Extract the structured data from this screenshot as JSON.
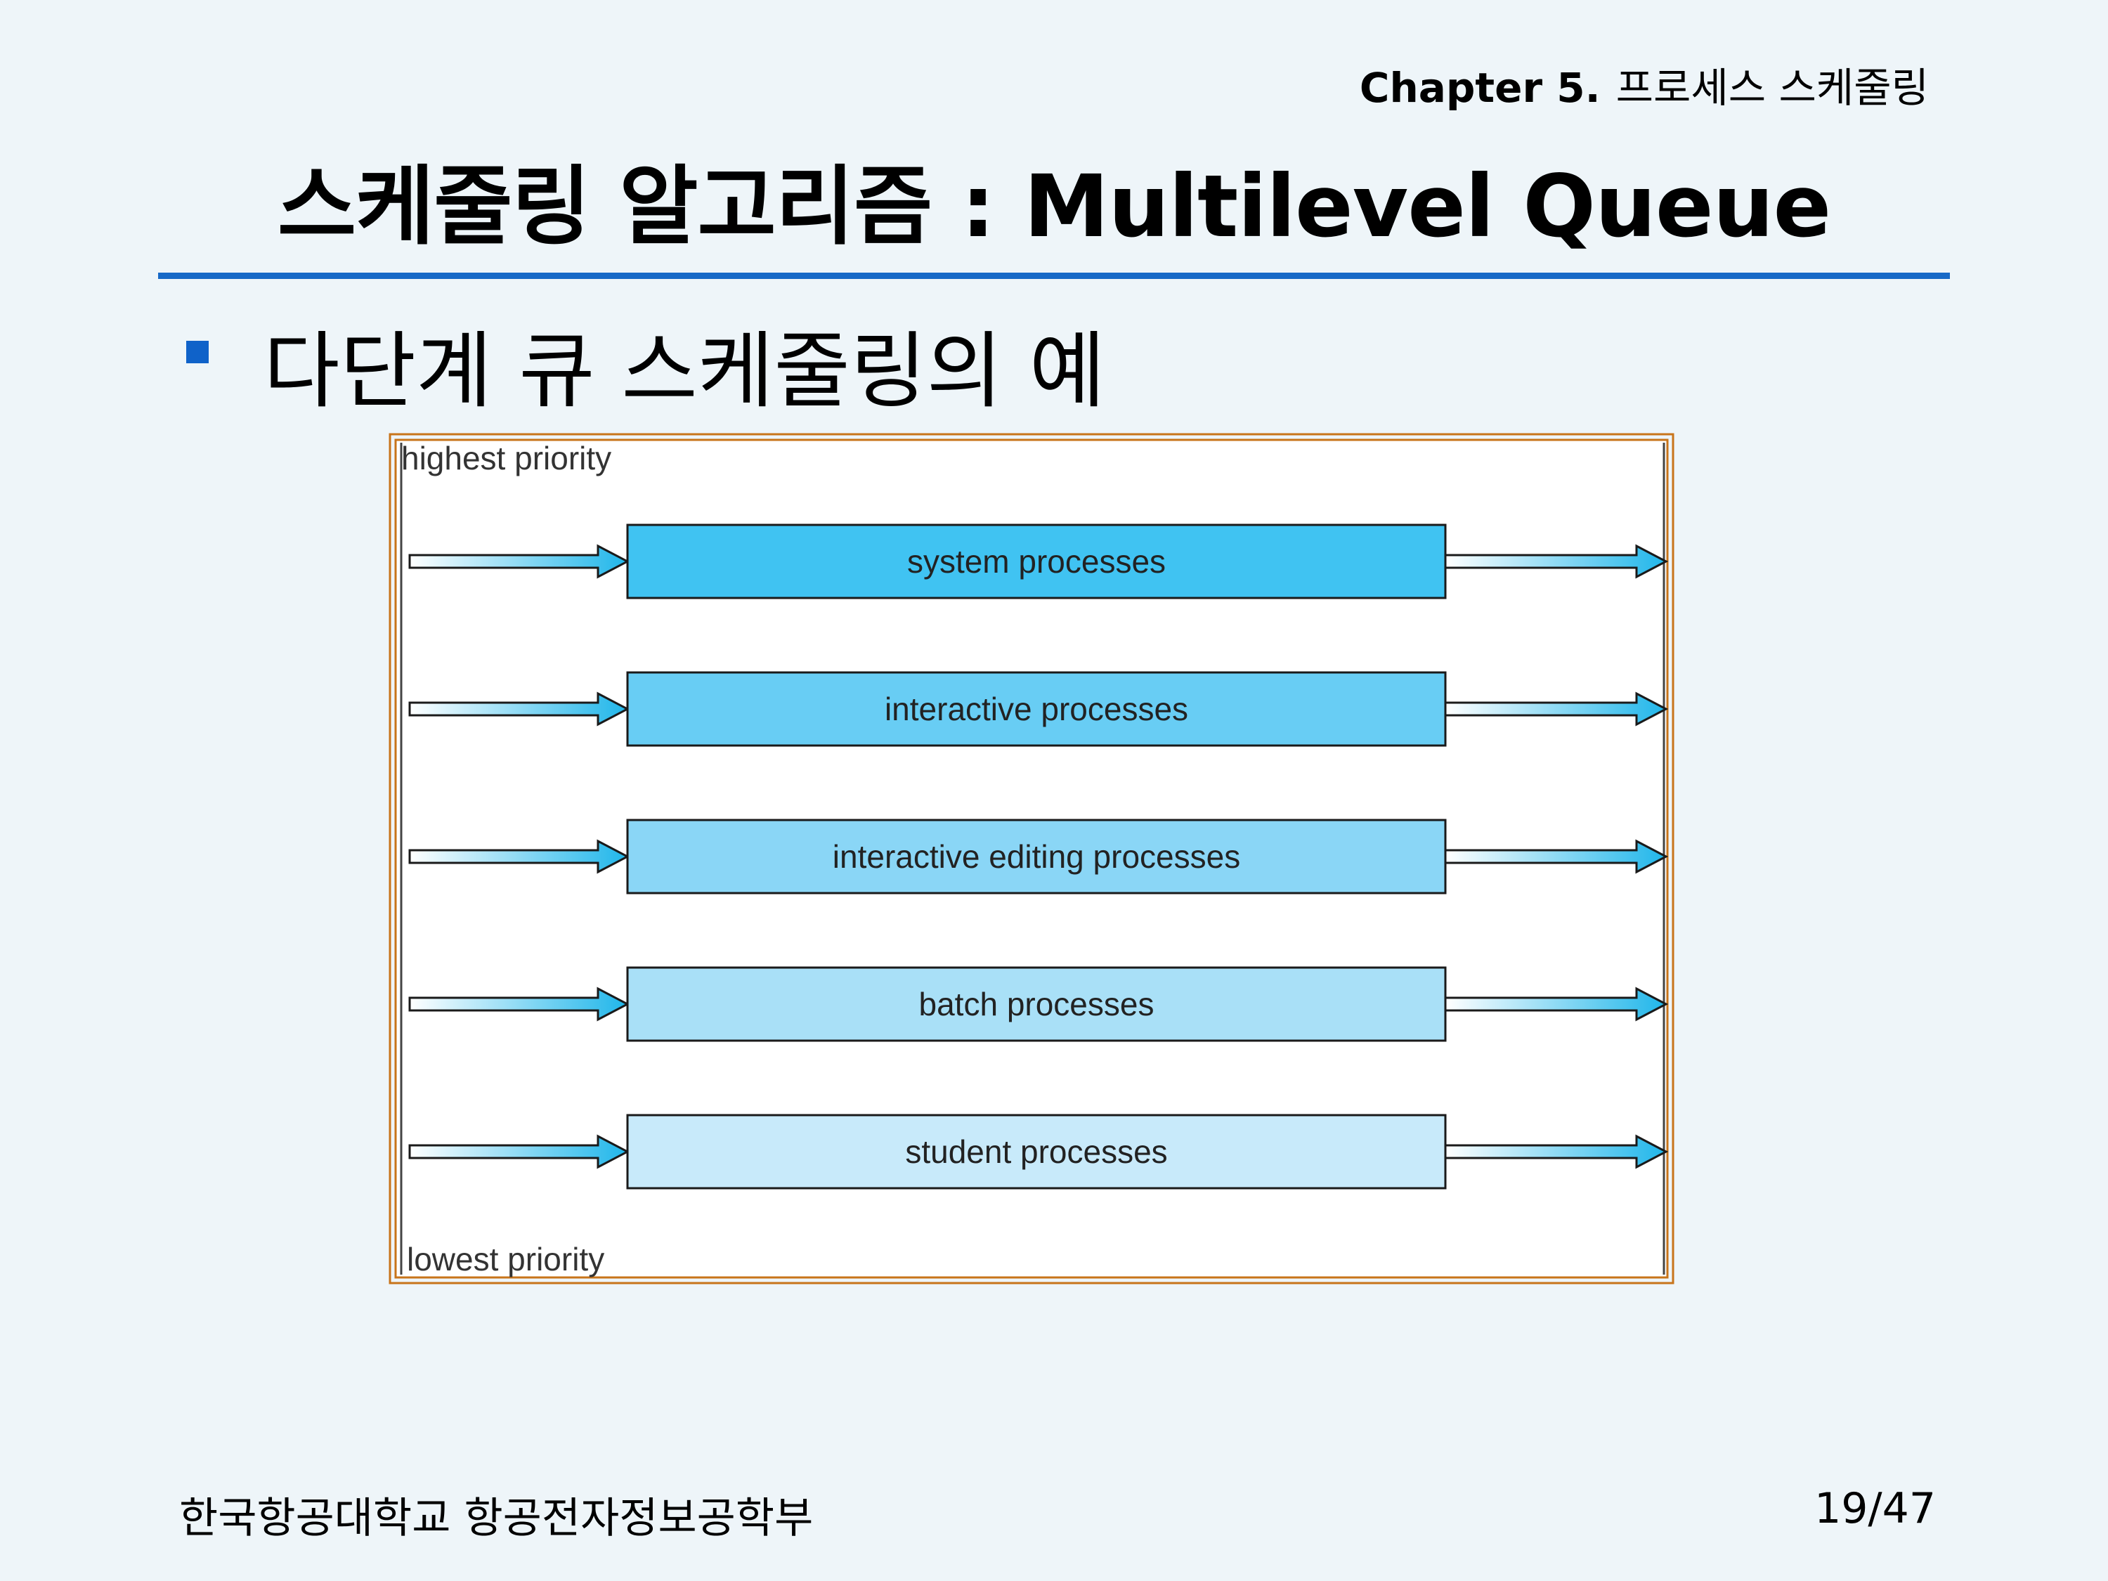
{
  "header": {
    "chapter_label": "Chapter 5.",
    "chapter_title": "프로세스 스케줄링"
  },
  "slide": {
    "title": "스케줄링 알고리즘 : Multilevel Queue",
    "bullet": "다단계 큐 스케줄링의 예"
  },
  "diagram": {
    "top_label": "highest priority",
    "bottom_label": "lowest priority",
    "queues": [
      {
        "label": "system processes",
        "fill": "#40c3f2"
      },
      {
        "label": "interactive processes",
        "fill": "#68cdf4"
      },
      {
        "label": "interactive editing processes",
        "fill": "#8ad6f6"
      },
      {
        "label": "batch processes",
        "fill": "#a9e0f7"
      },
      {
        "label": "student processes",
        "fill": "#c8eafa"
      }
    ],
    "frame_color": "#c8741a",
    "arrow_color": "#20b6ea"
  },
  "footer": {
    "institution": "한국항공대학교 항공전자정보공학부",
    "page": "19/47"
  }
}
